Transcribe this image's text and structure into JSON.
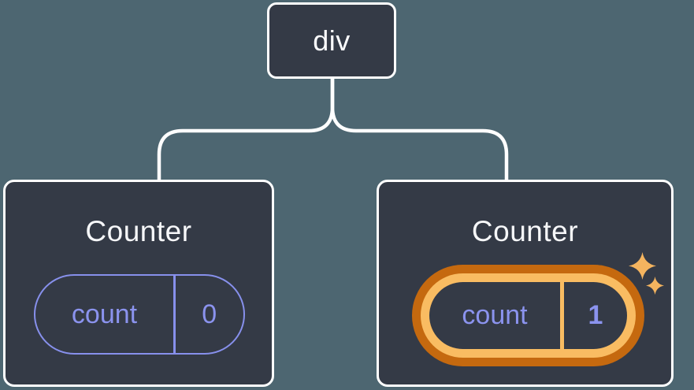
{
  "tree": {
    "root": {
      "label": "div"
    },
    "children": [
      {
        "title": "Counter",
        "state_key": "count",
        "state_value": "0",
        "highlighted": false
      },
      {
        "title": "Counter",
        "state_key": "count",
        "state_value": "1",
        "highlighted": true
      }
    ]
  },
  "icons": {
    "sparkle_large": "sparkle-icon",
    "sparkle_small": "sparkle-icon"
  },
  "colors": {
    "background": "#4d6671",
    "node_fill": "#343a46",
    "node_border": "#ffffff",
    "connector": "#ffffff",
    "title_text": "#f6f7f9",
    "state_accent": "#8b93ee",
    "highlight_ring_outer": "#c5690f",
    "highlight_ring_inner": "#f9bc62",
    "sparkle": "#f4b45f"
  }
}
